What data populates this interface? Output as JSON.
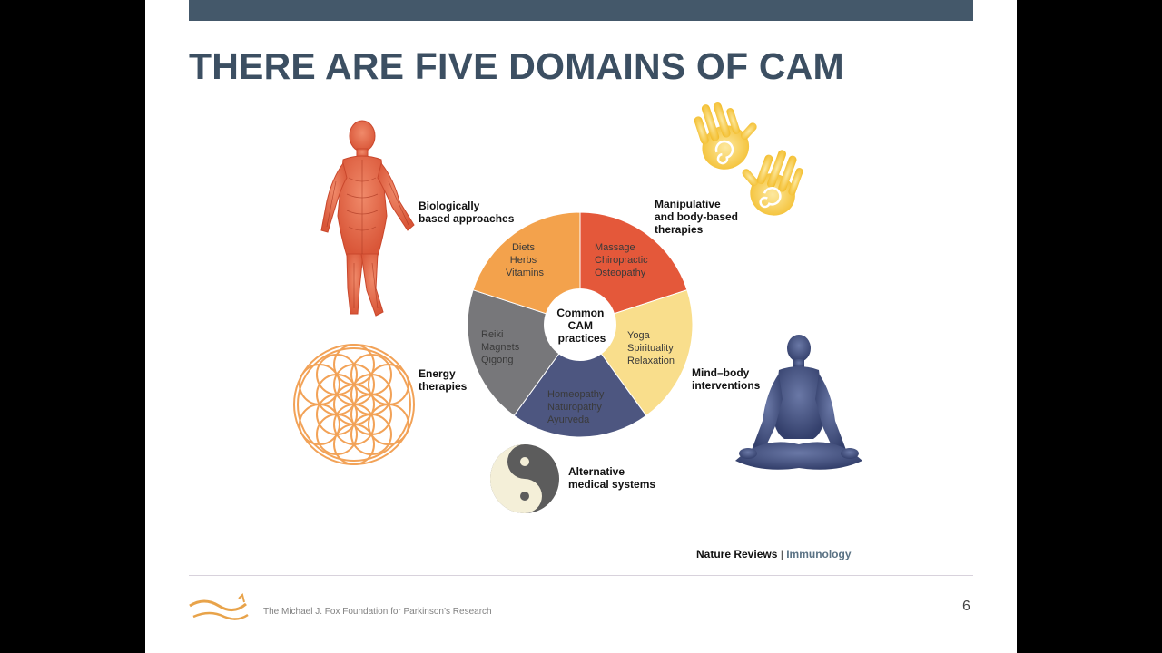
{
  "slide": {
    "title": "THERE ARE FIVE DOMAINS OF CAM",
    "page_number": "6"
  },
  "diagram": {
    "center_label": [
      "Common",
      "CAM",
      "practices"
    ],
    "segments": [
      {
        "name": "biologically-based",
        "color": "#e4583a",
        "items": [
          "Diets",
          "Herbs",
          "Vitamins"
        ]
      },
      {
        "name": "manipulative",
        "color": "#f9de8c",
        "items": [
          "Massage",
          "Chiropractic",
          "Osteopathy"
        ]
      },
      {
        "name": "mind-body",
        "color": "#4d5680",
        "items": [
          "Yoga",
          "Spirituality",
          "Relaxation"
        ]
      },
      {
        "name": "alternative-systems",
        "color": "#77777a",
        "items": [
          "Homeopathy",
          "Naturopathy",
          "Ayurveda"
        ]
      },
      {
        "name": "energy",
        "color": "#f3a24c",
        "items": [
          "Reiki",
          "Magnets",
          "Qigong"
        ]
      }
    ],
    "domain_labels": {
      "biological": [
        "Biologically",
        "based approaches"
      ],
      "manipulative": [
        "Manipulative",
        "and body-based",
        "therapies"
      ],
      "mindbody": [
        "Mind–body",
        "interventions"
      ],
      "alternative": [
        "Alternative",
        "medical systems"
      ],
      "energy": [
        "Energy",
        "therapies"
      ]
    }
  },
  "citation": {
    "journal": "Nature Reviews",
    "separator": "|",
    "subject": "Immunology"
  },
  "footer": {
    "organization": "The Michael J. Fox Foundation for Parkinson’s Research"
  },
  "colors": {
    "title": "#3c4f62",
    "topbar": "#44586a",
    "body_figure": "#e2674a",
    "hands": "#f4c233",
    "meditation_figure": "#3e4c78",
    "flower_of_life": "#f2a257",
    "yin_yang_dark": "#5c5c5c",
    "logo": "#e8a34a"
  }
}
